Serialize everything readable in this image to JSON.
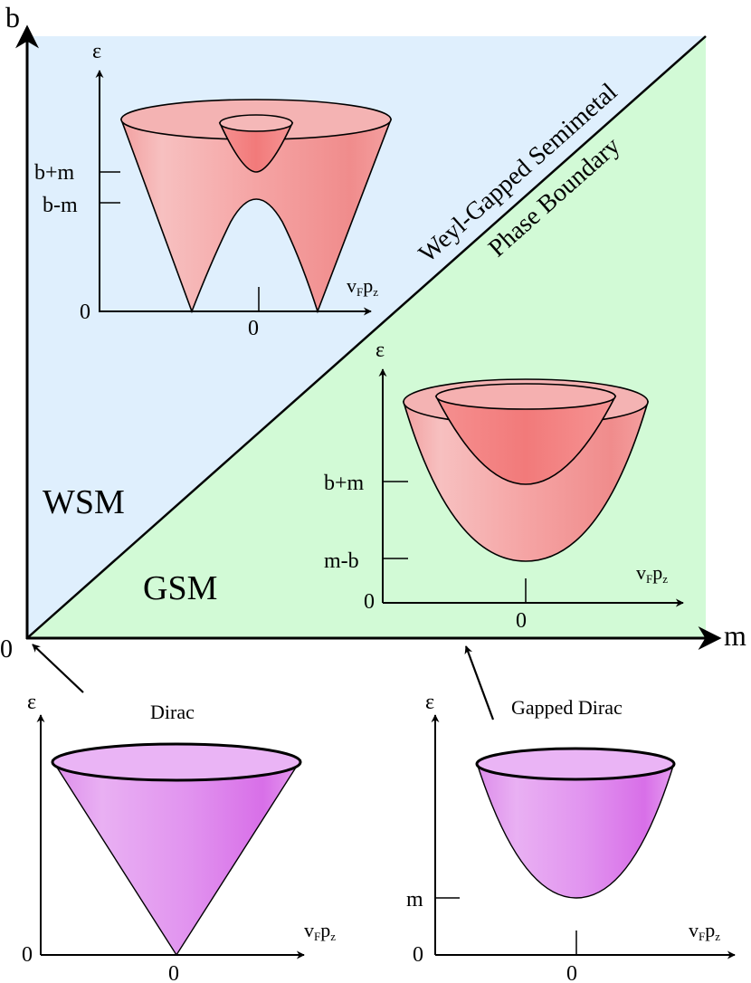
{
  "axes": {
    "main_x_label": "m",
    "main_y_label": "b",
    "origin_label": "0"
  },
  "regions": {
    "wsm_label": "WSM",
    "gsm_label": "GSM",
    "wsm_color": "#dfeffd",
    "gsm_color": "#d2fad6",
    "boundary_upper_text": "Weyl-Gapped Semimetal",
    "boundary_lower_text": "Phase Boundary"
  },
  "insets": {
    "wsm": {
      "y_label": "ε",
      "x_label_v": "v",
      "x_label_sub_f": "F",
      "x_label_p": "p",
      "x_label_sub_z": "z",
      "tick_upper": "b+m",
      "tick_lower": "b-m",
      "y_zero": "0",
      "x_zero": "0",
      "surface_color": "#f5a3a3"
    },
    "gsm": {
      "y_label": "ε",
      "x_label_v": "v",
      "x_label_sub_f": "F",
      "x_label_p": "p",
      "x_label_sub_z": "z",
      "tick_upper": "b+m",
      "tick_lower": "m-b",
      "y_zero": "0",
      "x_zero": "0",
      "surface_color": "#f5a3a3"
    },
    "dirac": {
      "title": "Dirac",
      "y_label": "ε",
      "x_label_v": "v",
      "x_label_sub_f": "F",
      "x_label_p": "p",
      "x_label_sub_z": "z",
      "y_zero": "0",
      "x_zero": "0",
      "surface_color": "#e08ff0"
    },
    "gapped_dirac": {
      "title": "Gapped Dirac",
      "y_label": "ε",
      "x_label_v": "v",
      "x_label_sub_f": "F",
      "x_label_p": "p",
      "x_label_sub_z": "z",
      "tick_m": "m",
      "y_zero": "0",
      "x_zero": "0",
      "surface_color": "#e08ff0"
    }
  }
}
